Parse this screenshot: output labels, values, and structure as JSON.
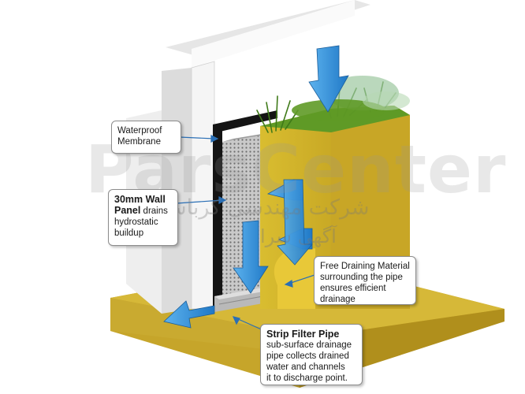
{
  "callouts": {
    "membrane": {
      "lines": [
        "Waterproof",
        "Membrane"
      ]
    },
    "wall_panel": {
      "bold_lines": [
        "30mm Wall",
        "Panel"
      ],
      "bold_tail": " drains",
      "lines": [
        "hydrostatic",
        "buildup"
      ]
    },
    "draining_material": {
      "lines": [
        "Free Draining Material",
        "surrounding the pipe",
        "ensures efficient",
        "drainage"
      ]
    },
    "strip_filter": {
      "title": "Strip Filter Pipe",
      "lines": [
        "sub-surface drainage",
        "pipe collects drained",
        "water and channels",
        "it to discharge point."
      ]
    }
  },
  "watermark": {
    "latin": "ParsCenter",
    "farsi_line1": "شرکت مهندسی کرباسی",
    "farsi_line2": "آگهی سرا"
  },
  "colors": {
    "soil": "#d4b62c",
    "soil_dark": "#b89a1e",
    "grass": "#4f8a1f",
    "arrow": "#2f8fd8",
    "wall": "#f4f4f4",
    "membrane": "#141414"
  }
}
